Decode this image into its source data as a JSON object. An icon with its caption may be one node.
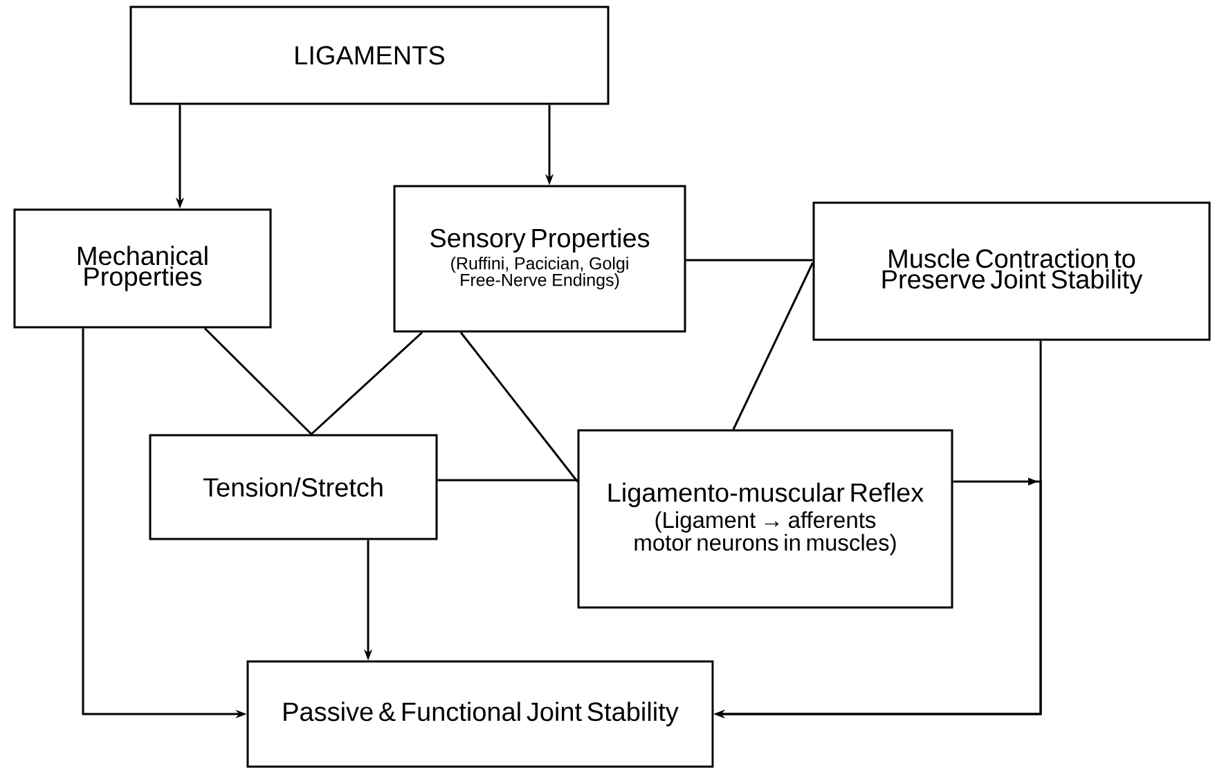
{
  "diagram": {
    "nodes": [
      {
        "text": [
          "LIGAMENTS"
        ]
      },
      {
        "text": [
          "Mechanical Properties"
        ]
      },
      {
        "text": [
          "Sensory Properties",
          "(Ruffini, Pacician, Golgi Free-Nerve Endings)"
        ]
      },
      {
        "text": [
          "Muscle Contraction to Preserve Joint Stability"
        ]
      },
      {
        "text": [
          "Tension/Stretch"
        ]
      },
      {
        "text": [
          "Ligamento-muscular Reflex",
          "(Ligament → afferents motor neurons in muscles)"
        ]
      },
      {
        "text": [
          "Passive & Functional Joint Stability"
        ]
      }
    ],
    "edges": [
      {
        "from": 0,
        "to": 1,
        "arrow": "to"
      },
      {
        "from": 0,
        "to": 2,
        "arrow": "to"
      },
      {
        "from": 1,
        "to": 4,
        "arrow": "none"
      },
      {
        "from": 2,
        "to": 4,
        "arrow": "none"
      },
      {
        "from": 2,
        "to": 5,
        "arrow": "none"
      },
      {
        "from": 2,
        "to": 3,
        "arrow": "none"
      },
      {
        "from": 5,
        "to": 3,
        "arrow": "none"
      },
      {
        "from": 4,
        "to": 5,
        "arrow": "none"
      },
      {
        "from": 4,
        "to": 6,
        "arrow": "to"
      },
      {
        "from": 1,
        "to": 6,
        "arrow": "to"
      },
      {
        "from": 3,
        "to": 6,
        "arrow": "to"
      },
      {
        "from": 5,
        "to": 6,
        "arrow": "to"
      }
    ]
  }
}
